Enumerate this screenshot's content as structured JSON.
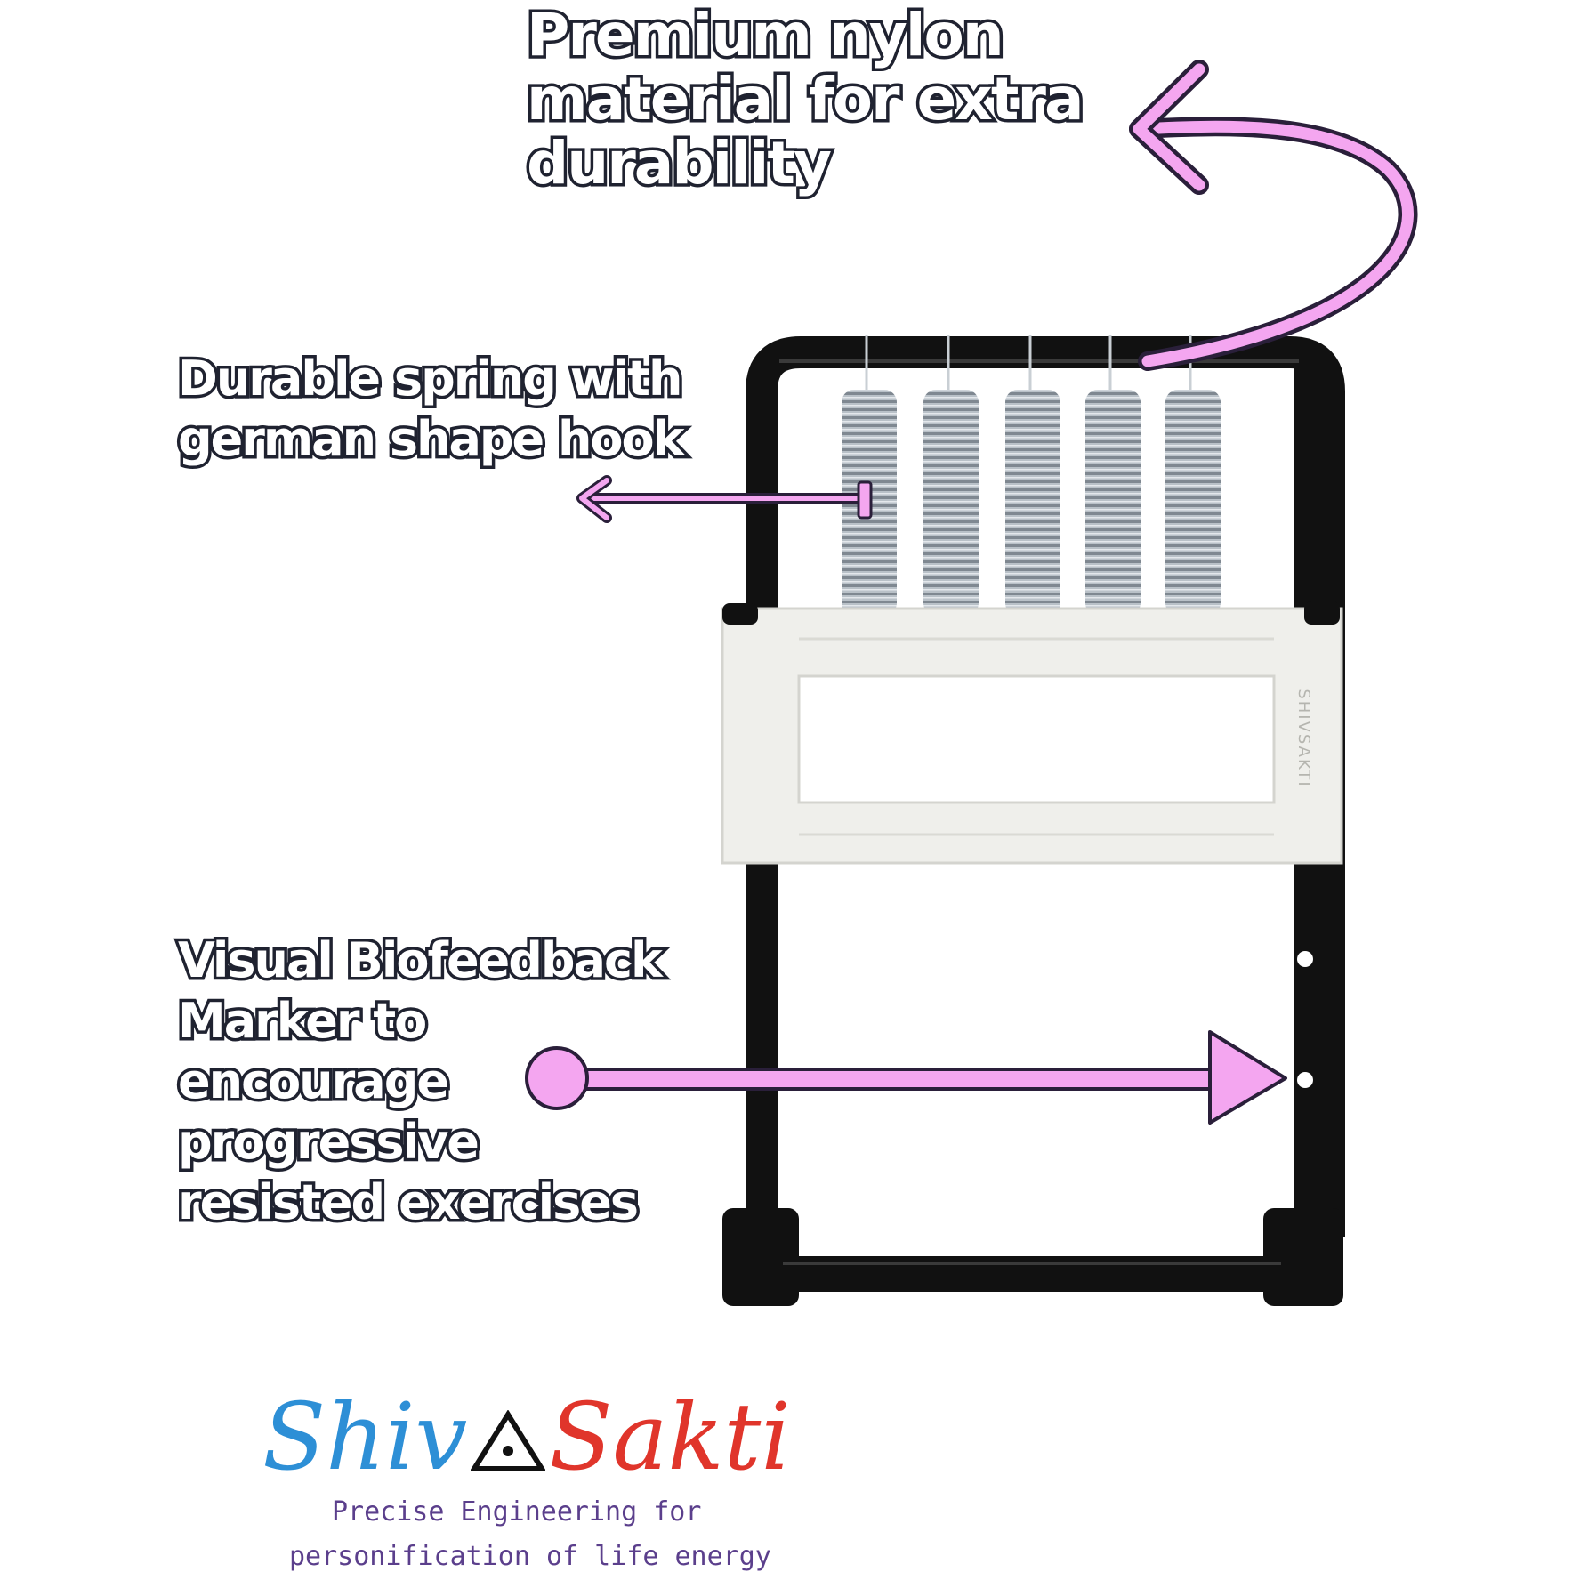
{
  "callouts": {
    "nylon": "Premium nylon material for extra durability",
    "spring": "Durable spring with german shape hook",
    "marker": "Visual Biofeedback Marker to encourage progressive resisted exercises"
  },
  "product": {
    "springs_count": 5,
    "marker_count": 2,
    "handle_imprint": "SHIVSAKTI"
  },
  "brand": {
    "name_part1": "Shiv",
    "name_part2": "Sakti",
    "tagline_line1": "Precise Engineering for",
    "tagline_line2": "personification of life energy"
  },
  "colors": {
    "arrow": "#f4a6f0",
    "arrow_outline": "#2a1f3a",
    "frame": "#111111",
    "handle": "#efefeb",
    "spring": "#9ea7b0",
    "brand_blue": "#2d8fd6",
    "brand_red": "#e0352b",
    "tagline": "#5b3f8c"
  }
}
